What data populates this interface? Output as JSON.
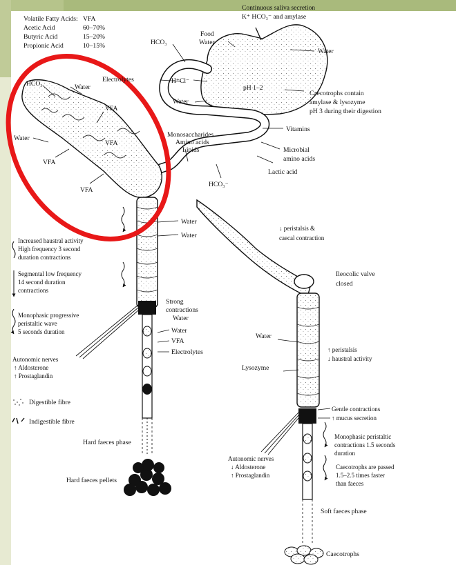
{
  "legend": {
    "heading_key": "Volatile Fatty Acids:",
    "heading_val": "VFA",
    "rows": [
      {
        "name": "Acetic Acid",
        "range": "60–70%"
      },
      {
        "name": "Butyric Acid",
        "range": "15–20%"
      },
      {
        "name": "Propionic Acid",
        "range": "10–15%"
      }
    ]
  },
  "stomach": {
    "saliva_1": "Continuous saliva secretion",
    "saliva_2": "K⁺ HCO₃⁻ and amylase",
    "food_1": "Food",
    "food_2": "Water",
    "hco3": "HCO₃",
    "water_right": "Water",
    "electrolytes": "Electrolytes",
    "hcl": "H⁺Cl⁻",
    "water_in": "Water",
    "ph": "pH 1–2",
    "caeco_1": "Caecotrophs contain",
    "caeco_2": "amylase & lysozyme",
    "caeco_3": "pH 3 during their digestion"
  },
  "small_intestine": {
    "vitamins": "Vitamins",
    "mono": "Monosaccharides",
    "amino": "Amino acids",
    "lipids": "Lipids",
    "microbial_1": "Microbial",
    "microbial_2": "amino acids",
    "lactic": "Lactic acid",
    "hco3": "HCO₃⁻"
  },
  "caecum": {
    "hco3": "HCO₃",
    "water_1": "Water",
    "vfa_1": "VFA",
    "water_2": "Water",
    "vfa_2": "VFA",
    "vfa_3": "VFA",
    "vfa_4": "VFA"
  },
  "colon_left": {
    "water_1": "Water",
    "water_2": "Water",
    "haustral_1": "Increased haustral activity",
    "haustral_2": "High frequency 3 second",
    "haustral_3": "duration contractions",
    "segmental_1": "Segmental low frequency",
    "segmental_2": "14 second duration",
    "segmental_3": "contractions",
    "strong_1": "Strong",
    "strong_2": "contractions",
    "water_3": "Water",
    "monophasic_1": "Monophasic progressive",
    "monophasic_2": "peristaltic wave",
    "monophasic_3": "5 seconds duration",
    "water_4": "Water",
    "vfa": "VFA",
    "electrolytes": "Electrolytes",
    "autonomic": "Autonomic nerves",
    "aldosterone": "↑ Aldosterone",
    "prostaglandin": "↑ Prostaglandin",
    "digestible": "Digestible fibre",
    "indigestible": "Indigestible fibre",
    "hard_phase": "Hard faeces phase",
    "hard_pellets": "Hard faeces pellets"
  },
  "colon_right": {
    "peri_1": "↓ peristalsis &",
    "peri_2": "caecal contraction",
    "ileo_1": "Ileocolic valve",
    "ileo_2": "closed",
    "water": "Water",
    "peri_3": "↑ peristalsis",
    "peri_4": "↓ haustral activity",
    "lysozyme": "Lysozyme",
    "gentle_1": "Gentle contractions",
    "gentle_2": "↑ mucus secretion",
    "mono_1": "Monophasic peristaltic",
    "mono_2": "contractions 1.5 seconds",
    "mono_3": "duration",
    "autonomic": "Autonomic nerves",
    "aldosterone": "↓ Aldosterone",
    "prostaglandin": "↑ Prostaglandin",
    "caeco_1": "Caecotrophs are passed",
    "caeco_2": "1.5–2.5 times faster",
    "caeco_3": "than faeces",
    "soft_phase": "Soft faeces phase",
    "caecotrophs": "Caecotrophs"
  },
  "colors": {
    "highlight": "#e81818",
    "ink": "#111111",
    "accent_band": "#a9ba7c"
  }
}
